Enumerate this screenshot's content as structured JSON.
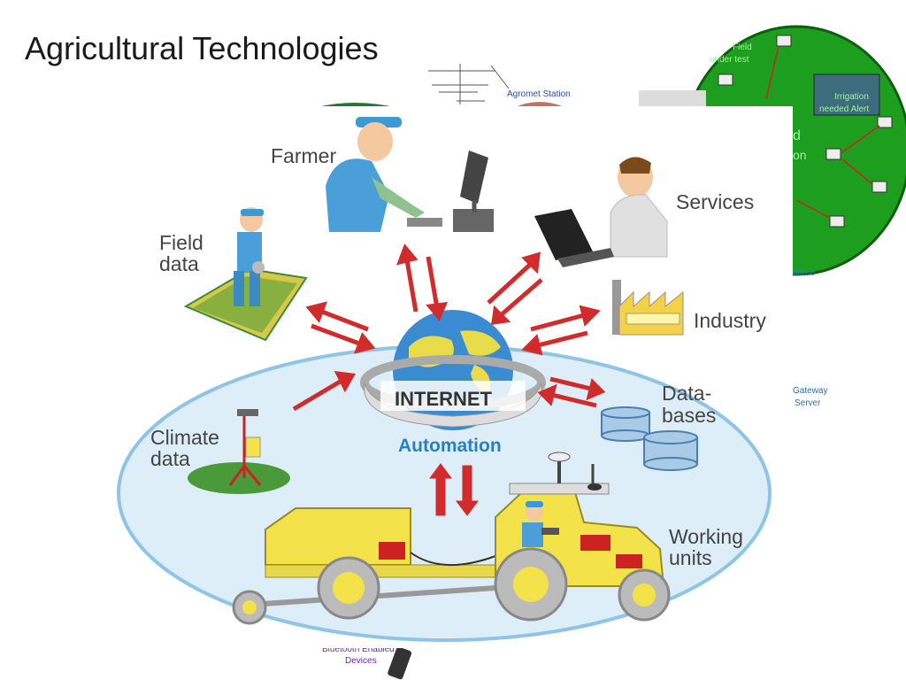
{
  "slide": {
    "title": "Agricultural Technologies"
  },
  "background_fragments": {
    "agromet": "Agromet Station",
    "field_under_test_1": "Field",
    "field_under_test_2": "under test",
    "irrigation_1": "Irrigation",
    "irrigation_2": "needed Alert",
    "partial_d": "d",
    "partial_on": "on",
    "culture": "ulture",
    "gateway_1": "Gateway",
    "gateway_2": "Server",
    "bluetooth_1": "Bluetooth Enabled",
    "bluetooth_2": "Devices"
  },
  "diagram": {
    "labels": {
      "farmer": "Farmer",
      "services": "Services",
      "field_1": "Field",
      "field_2": "data",
      "industry": "Industry",
      "climate_1": "Climate",
      "climate_2": "data",
      "databases_1": "Data-",
      "databases_2": "bases",
      "working_1": "Working",
      "working_2": "units",
      "internet": "INTERNET",
      "automation": "Automation"
    },
    "colors": {
      "arrow": "#d22b2b",
      "automation_text": "#2a7fc1",
      "ellipse_fill": "#ddeef8",
      "ellipse_stroke": "#8fc4e6",
      "tractor": "#f3e24a",
      "green_disc": "#1e9e1e"
    }
  }
}
